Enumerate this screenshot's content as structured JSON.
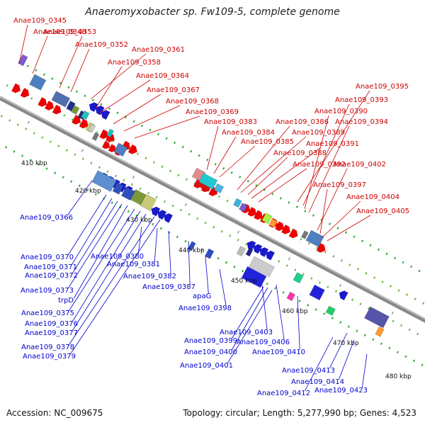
{
  "title": "Anaeromyxobacter sp. Fw109-5, complete genome",
  "footer": {
    "accession": "Accession: NC_009675",
    "summary": "Topology: circular; Length: 5,277,990 bp; Genes: 4,523"
  },
  "colors": {
    "upper_labels": "#cc0000",
    "lower_labels": "#0000cc",
    "backbone": "#888888",
    "forward_genes": "#ee0000",
    "reverse_genes": "#1a1acc"
  },
  "ruler_labels": [
    "410 kbp",
    "420 kbp",
    "430 kbp",
    "440 kbp",
    "450 kbp",
    "460 kbp",
    "470 kbp",
    "480 kbp"
  ],
  "upper_genes": [
    "Anae109_0345",
    "Anae109_0348",
    "Anae109_0353",
    "Anae109_0352",
    "Anae109_0361",
    "Anae109_0358",
    "Anae109_0364",
    "Anae109_0367",
    "Anae109_0368",
    "Anae109_0369",
    "Anae109_0383",
    "Anae109_0384",
    "Anae109_0385",
    "Anae109_0386",
    "Anae109_0389",
    "Anae109_0391",
    "Anae109_0388",
    "Anae109_0392",
    "Anae109_0395",
    "Anae109_0393",
    "Anae109_0390",
    "Anae109_0394",
    "Anae109_0402",
    "Anae109_0397",
    "Anae109_0404",
    "Anae109_0405"
  ],
  "lower_genes": [
    "Anae109_0366",
    "Anae109_0370",
    "Anae109_0371",
    "Anae109_0372",
    "Anae109_0373",
    "trpD",
    "Anae109_0375",
    "Anae109_0376",
    "Anae109_0377",
    "Anae109_0378",
    "Anae109_0379",
    "Anae109_0380",
    "Anae109_0381",
    "Anae109_0382",
    "Anae109_0387",
    "apaG",
    "Anae109_0398",
    "Anae109_0403",
    "Anae109_0399",
    "Anae109_0406",
    "Anae109_0400",
    "Anae109_0410",
    "Anae109_0401",
    "Anae109_0413",
    "Anae109_0414",
    "Anae109_0412",
    "Anae109_0423"
  ]
}
